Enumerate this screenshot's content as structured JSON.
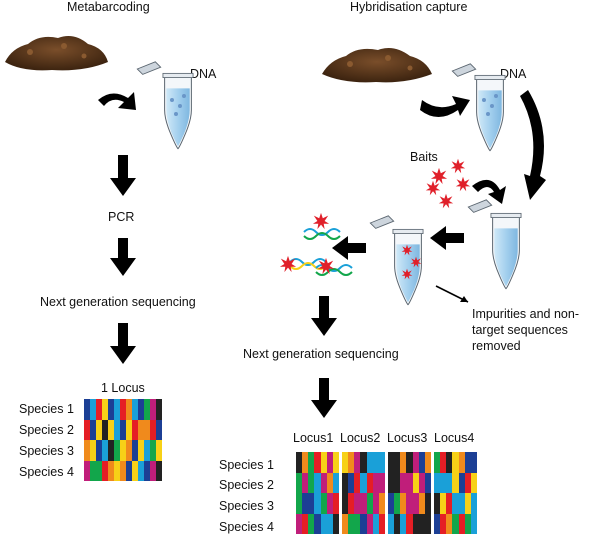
{
  "left_panel": {
    "heading": "Metabarcoding",
    "dna_label": "DNA",
    "pcr_label": "PCR",
    "ngs_label": "Next generation sequencing",
    "locus_header": "1 Locus",
    "species": [
      "Species 1",
      "Species 2",
      "Species 3",
      "Species 4"
    ]
  },
  "right_panel": {
    "heading": "Hybridisation capture",
    "dna_label": "DNA",
    "baits_label": "Baits",
    "impurities_label_line1": "Impurities and non-",
    "impurities_label_line2": "target sequences",
    "impurities_label_line3": "removed",
    "ngs_label": "Next generation sequencing",
    "locus_headers": [
      "Locus1",
      "Locus2",
      "Locus3",
      "Locus4"
    ],
    "species": [
      "Species 1",
      "Species 2",
      "Species 3",
      "Species 4"
    ]
  },
  "colors": {
    "soil": "#5b3a1e",
    "tube_liquid": "#a9d3ec",
    "bait_red": "#e0202a",
    "arrow": "#000000",
    "sequence_palette": [
      "#e51e25",
      "#f7d117",
      "#12a64b",
      "#1c3f95",
      "#1aa0d8",
      "#222222",
      "#c01e7a",
      "#f08a1c"
    ]
  }
}
